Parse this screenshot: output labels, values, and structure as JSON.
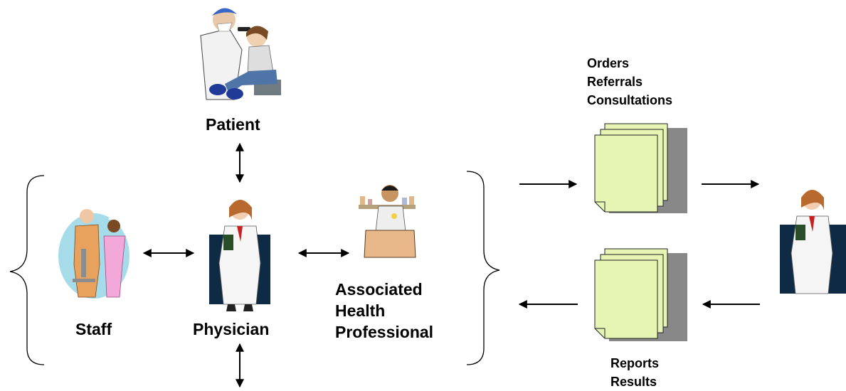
{
  "nodes": {
    "patient": "Patient",
    "staff": "Staff",
    "physician": "Physician",
    "associated_health_professional": [
      "Associated",
      "Health",
      "Professional"
    ]
  },
  "outgoing_documents": [
    "Orders",
    "Referrals",
    "Consultations"
  ],
  "incoming_documents": [
    "Reports",
    "Results"
  ],
  "colors": {
    "document_fill": "#e6f5b4",
    "document_shadow": "#888888",
    "physician_panel": "#0e2a44",
    "coat": "#f5f5f5",
    "staff_blob": "#a6dcea",
    "counter": "#e8b88a"
  },
  "icons": [
    "doctor-child-clipart",
    "staff-clipart",
    "physician-clipart",
    "pharmacist-clipart",
    "document-stack-icon",
    "remote-physician-clipart"
  ]
}
